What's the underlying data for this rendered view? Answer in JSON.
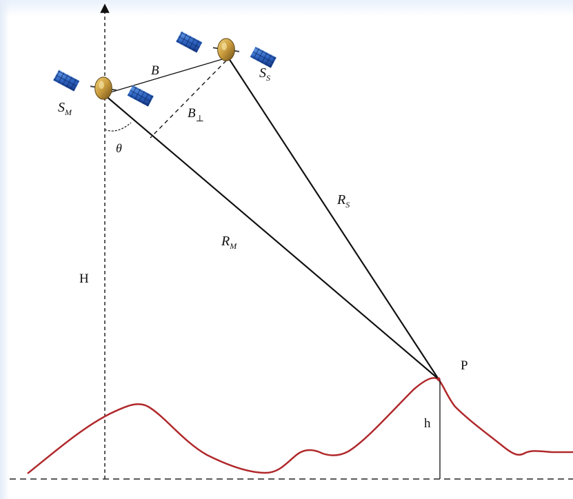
{
  "diagram": {
    "labels": {
      "master_main": "S",
      "master_sub": "M",
      "slave_main": "S",
      "slave_sub": "S",
      "baseline": "B",
      "perp_baseline": "B",
      "perp_symbol": "⊥",
      "look_angle": "θ",
      "range_master_main": "R",
      "range_master_sub": "M",
      "range_slave_main": "R",
      "range_slave_sub": "S",
      "height_orbit": "H",
      "target": "P",
      "terrain_height": "h"
    },
    "icons": {
      "master": "satellite-icon",
      "slave": "satellite-icon"
    },
    "colors": {
      "line": "#111111",
      "terrain": "#b0282b",
      "panel_dark": "#1c3f8f",
      "panel_light": "#4a86d8",
      "body_gold": "#c89a3c"
    }
  }
}
